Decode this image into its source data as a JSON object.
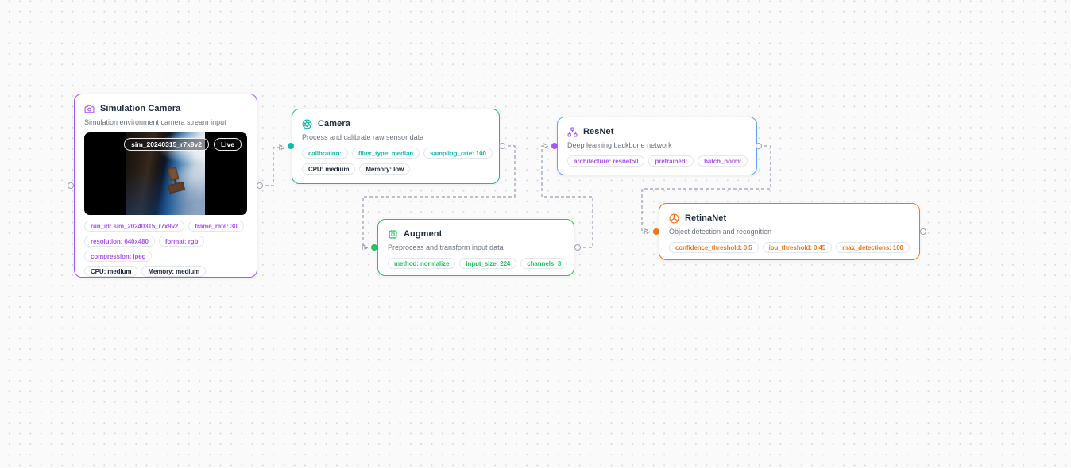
{
  "canvas": {
    "background_color": "#fafafa",
    "grid_dot_color": "#d8d8de",
    "edge_color": "#97a0b0"
  },
  "nodes": {
    "simulation_camera": {
      "title": "Simulation Camera",
      "subtitle": "Simulation environment camera stream input",
      "icon": "camera",
      "accent": "#a855f7",
      "image": {
        "run_badge": "sim_20240315_r7x9v2",
        "live_badge": "Live",
        "description": "satellite over earth in space"
      },
      "params": [
        "run_id: sim_20240315_r7x9v2",
        "frame_rate: 30",
        "resolution: 640x480",
        "format: rgb",
        "compression: jpeg"
      ],
      "resources": [
        "CPU: medium",
        "Memory: medium"
      ]
    },
    "camera": {
      "title": "Camera",
      "subtitle": "Process and calibrate raw sensor data",
      "icon": "aperture",
      "accent": "#14b8a6",
      "params": [
        "calibration:",
        "filter_type: median",
        "sampling_rate: 100"
      ],
      "resources": [
        "CPU: medium",
        "Memory: low"
      ]
    },
    "augment": {
      "title": "Augment",
      "subtitle": "Preprocess and transform input data",
      "icon": "chip",
      "accent": "#22c55e",
      "params": [
        "method: normalize",
        "input_size: 224",
        "channels: 3"
      ]
    },
    "resnet": {
      "title": "ResNet",
      "subtitle": "Deep learning backbone network",
      "icon": "network",
      "accent": "#60a5fa",
      "icon_color": "#a855f7",
      "params": [
        "architecture: resnet50",
        "pretrained:",
        "batch_norm:"
      ]
    },
    "retinanet": {
      "title": "RetinaNet",
      "subtitle": "Object detection and recognition",
      "icon": "wheel",
      "accent": "#f97316",
      "params": [
        "confidence_threshold: 0.5",
        "iou_threshold: 0.45",
        "max_detections: 100"
      ]
    }
  },
  "edges": [
    {
      "from": "Simulation Camera",
      "to": "Camera"
    },
    {
      "from": "Camera",
      "to": "Augment"
    },
    {
      "from": "Augment",
      "to": "ResNet"
    },
    {
      "from": "ResNet",
      "to": "RetinaNet"
    }
  ]
}
